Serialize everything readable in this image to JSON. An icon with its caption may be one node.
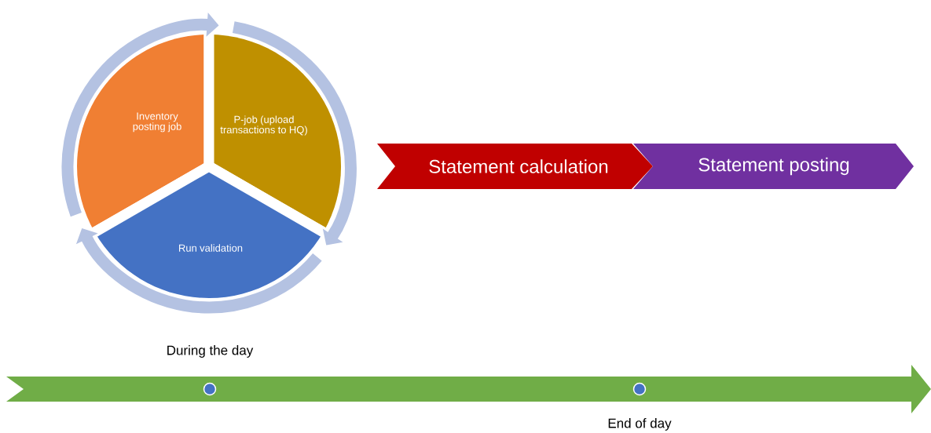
{
  "diagram": {
    "nodes": [
      {
        "text": [
          "Inventory posting job"
        ]
      },
      {
        "text": [
          "P-job (upload transactions to HQ)"
        ]
      },
      {
        "text": [
          "Run validation"
        ]
      },
      {
        "text": [
          "Statement calculation"
        ]
      },
      {
        "text": [
          "Statement posting"
        ]
      },
      {
        "text": [],
        "shape": "circle",
        "beside": [
          "During the day"
        ]
      },
      {
        "text": [],
        "shape": "circle",
        "beside": [
          "End of day"
        ]
      }
    ],
    "edges": [
      {
        "from": 0,
        "to": 1,
        "arrow": "to"
      },
      {
        "from": 1,
        "to": 2,
        "arrow": "to"
      },
      {
        "from": 2,
        "to": 0,
        "arrow": "to"
      }
    ]
  }
}
